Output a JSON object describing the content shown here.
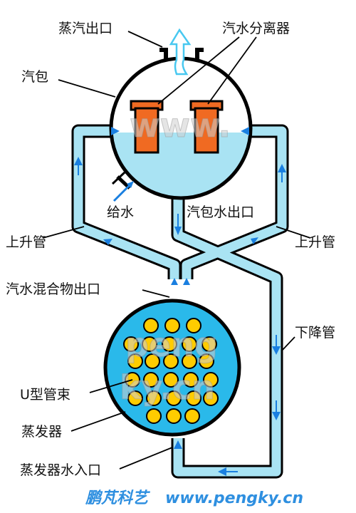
{
  "labels": {
    "steam_outlet": "蒸汽出口",
    "separator": "汽水分离器",
    "drum": "汽包",
    "feedwater": "给水",
    "drum_water_outlet": "汽包水出口",
    "riser_left": "上升管",
    "riser_right": "上升管",
    "mixture_outlet": "汽水混合物出口",
    "downcomer": "下降管",
    "u_tube_bundle": "U型管束",
    "steam_generator": "蒸发器",
    "sg_water_inlet": "蒸发器水入口"
  },
  "footer": {
    "brand": "鹏芃科艺",
    "url": "www.pengky.cn"
  },
  "watermarks": {
    "drum": "www.",
    "sg_line1": "peng",
    "sg_line2": "ky.cn"
  },
  "colors": {
    "pipe_fill": "#a9e3f3",
    "water": "#a9e3f3",
    "outline": "#000000",
    "arrow": "#1a7fe0",
    "separator_fill": "#f06a22",
    "tube_fill": "#ffcc00",
    "sg_fill": "#2ab9ea",
    "footer_text": "#2e8fe0"
  },
  "icons": {
    "steam_arrow": "up-arrow-icon",
    "feed_arrow": "diagonal-arrow-icon"
  }
}
